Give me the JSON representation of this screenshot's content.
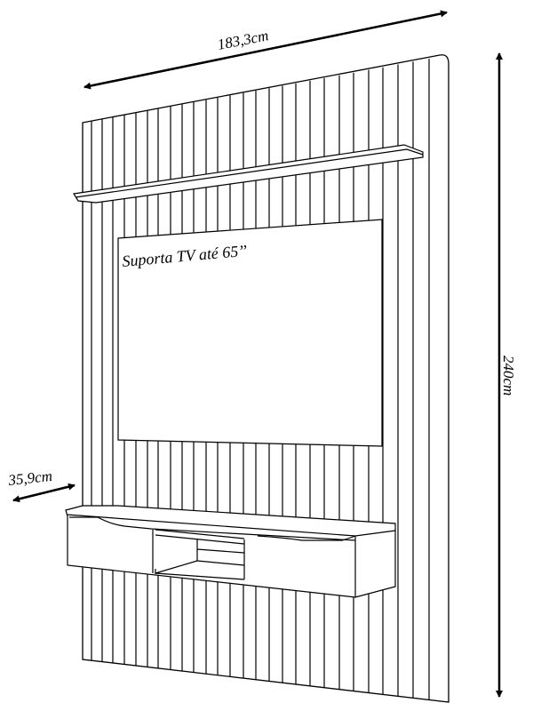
{
  "dimensions": {
    "width": "183,3cm",
    "height": "240cm",
    "depth": "35,9cm"
  },
  "tv_label": "Suporta TV até 65’’",
  "colors": {
    "line": "#000000",
    "background": "#ffffff"
  }
}
